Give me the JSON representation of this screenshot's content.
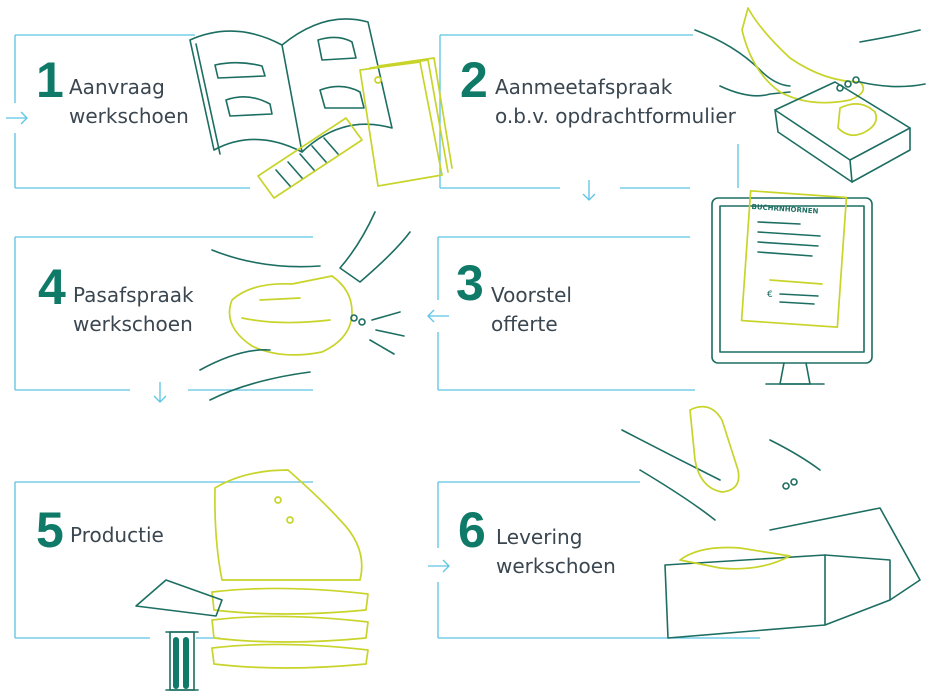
{
  "colors": {
    "accent": "#0f7a68",
    "frame": "#5cc4e4",
    "illustration_line": "#1d6e62",
    "illustration_highlight": "#c8d42a",
    "text": "#3a4650"
  },
  "steps": [
    {
      "number": "1",
      "line1": "Aanvraag",
      "line2": "werkschoen"
    },
    {
      "number": "2",
      "line1": "Aanmeetafspraak",
      "line2": "o.b.v. opdrachtformulier"
    },
    {
      "number": "3",
      "line1": "Voorstel",
      "line2": "offerte"
    },
    {
      "number": "4",
      "line1": "Pasafspraak",
      "line2": "werkschoen"
    },
    {
      "number": "5",
      "line1": "Productie",
      "line2": ""
    },
    {
      "number": "6",
      "line1": "Levering",
      "line2": "werkschoen"
    }
  ],
  "monitor_document": {
    "brand": "BUCHRNHORNEN",
    "currency_symbol": "€"
  },
  "icons": [
    "arrow-right-icon",
    "arrow-down-icon",
    "arrow-left-icon"
  ]
}
